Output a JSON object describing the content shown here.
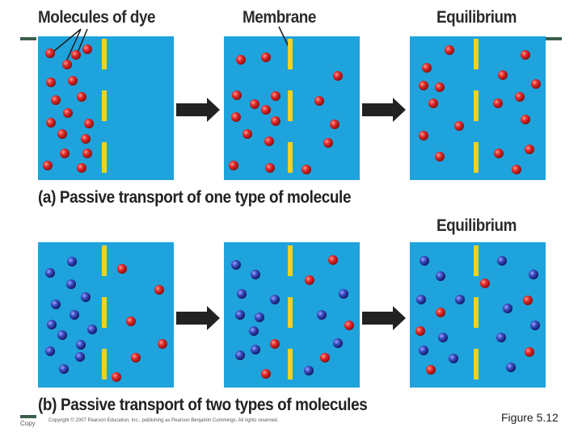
{
  "labels": {
    "molecules_of_dye": "Molecules of dye",
    "membrane": "Membrane",
    "equilibrium_a": "Equilibrium",
    "equilibrium_b": "Equilibrium",
    "caption_a": "(a)  Passive transport of one type of molecule",
    "caption_b": "(b)  Passive transport of two types of molecules",
    "figure": "Figure 5.12",
    "copyright_left": "Copy",
    "copyright": "Copyright © 2007 Pearson Education, Inc., publishing as Pearson Benjamin Cummings. All rights reserved."
  },
  "colors": {
    "panel": "#1fa3dc",
    "membrane": "#f2d21b",
    "red_molecule": "#d8262a",
    "blue_molecule": "#2f3f9e",
    "arrow": "#222222"
  },
  "molecule_types": [
    "red-dye",
    "blue-dye"
  ]
}
